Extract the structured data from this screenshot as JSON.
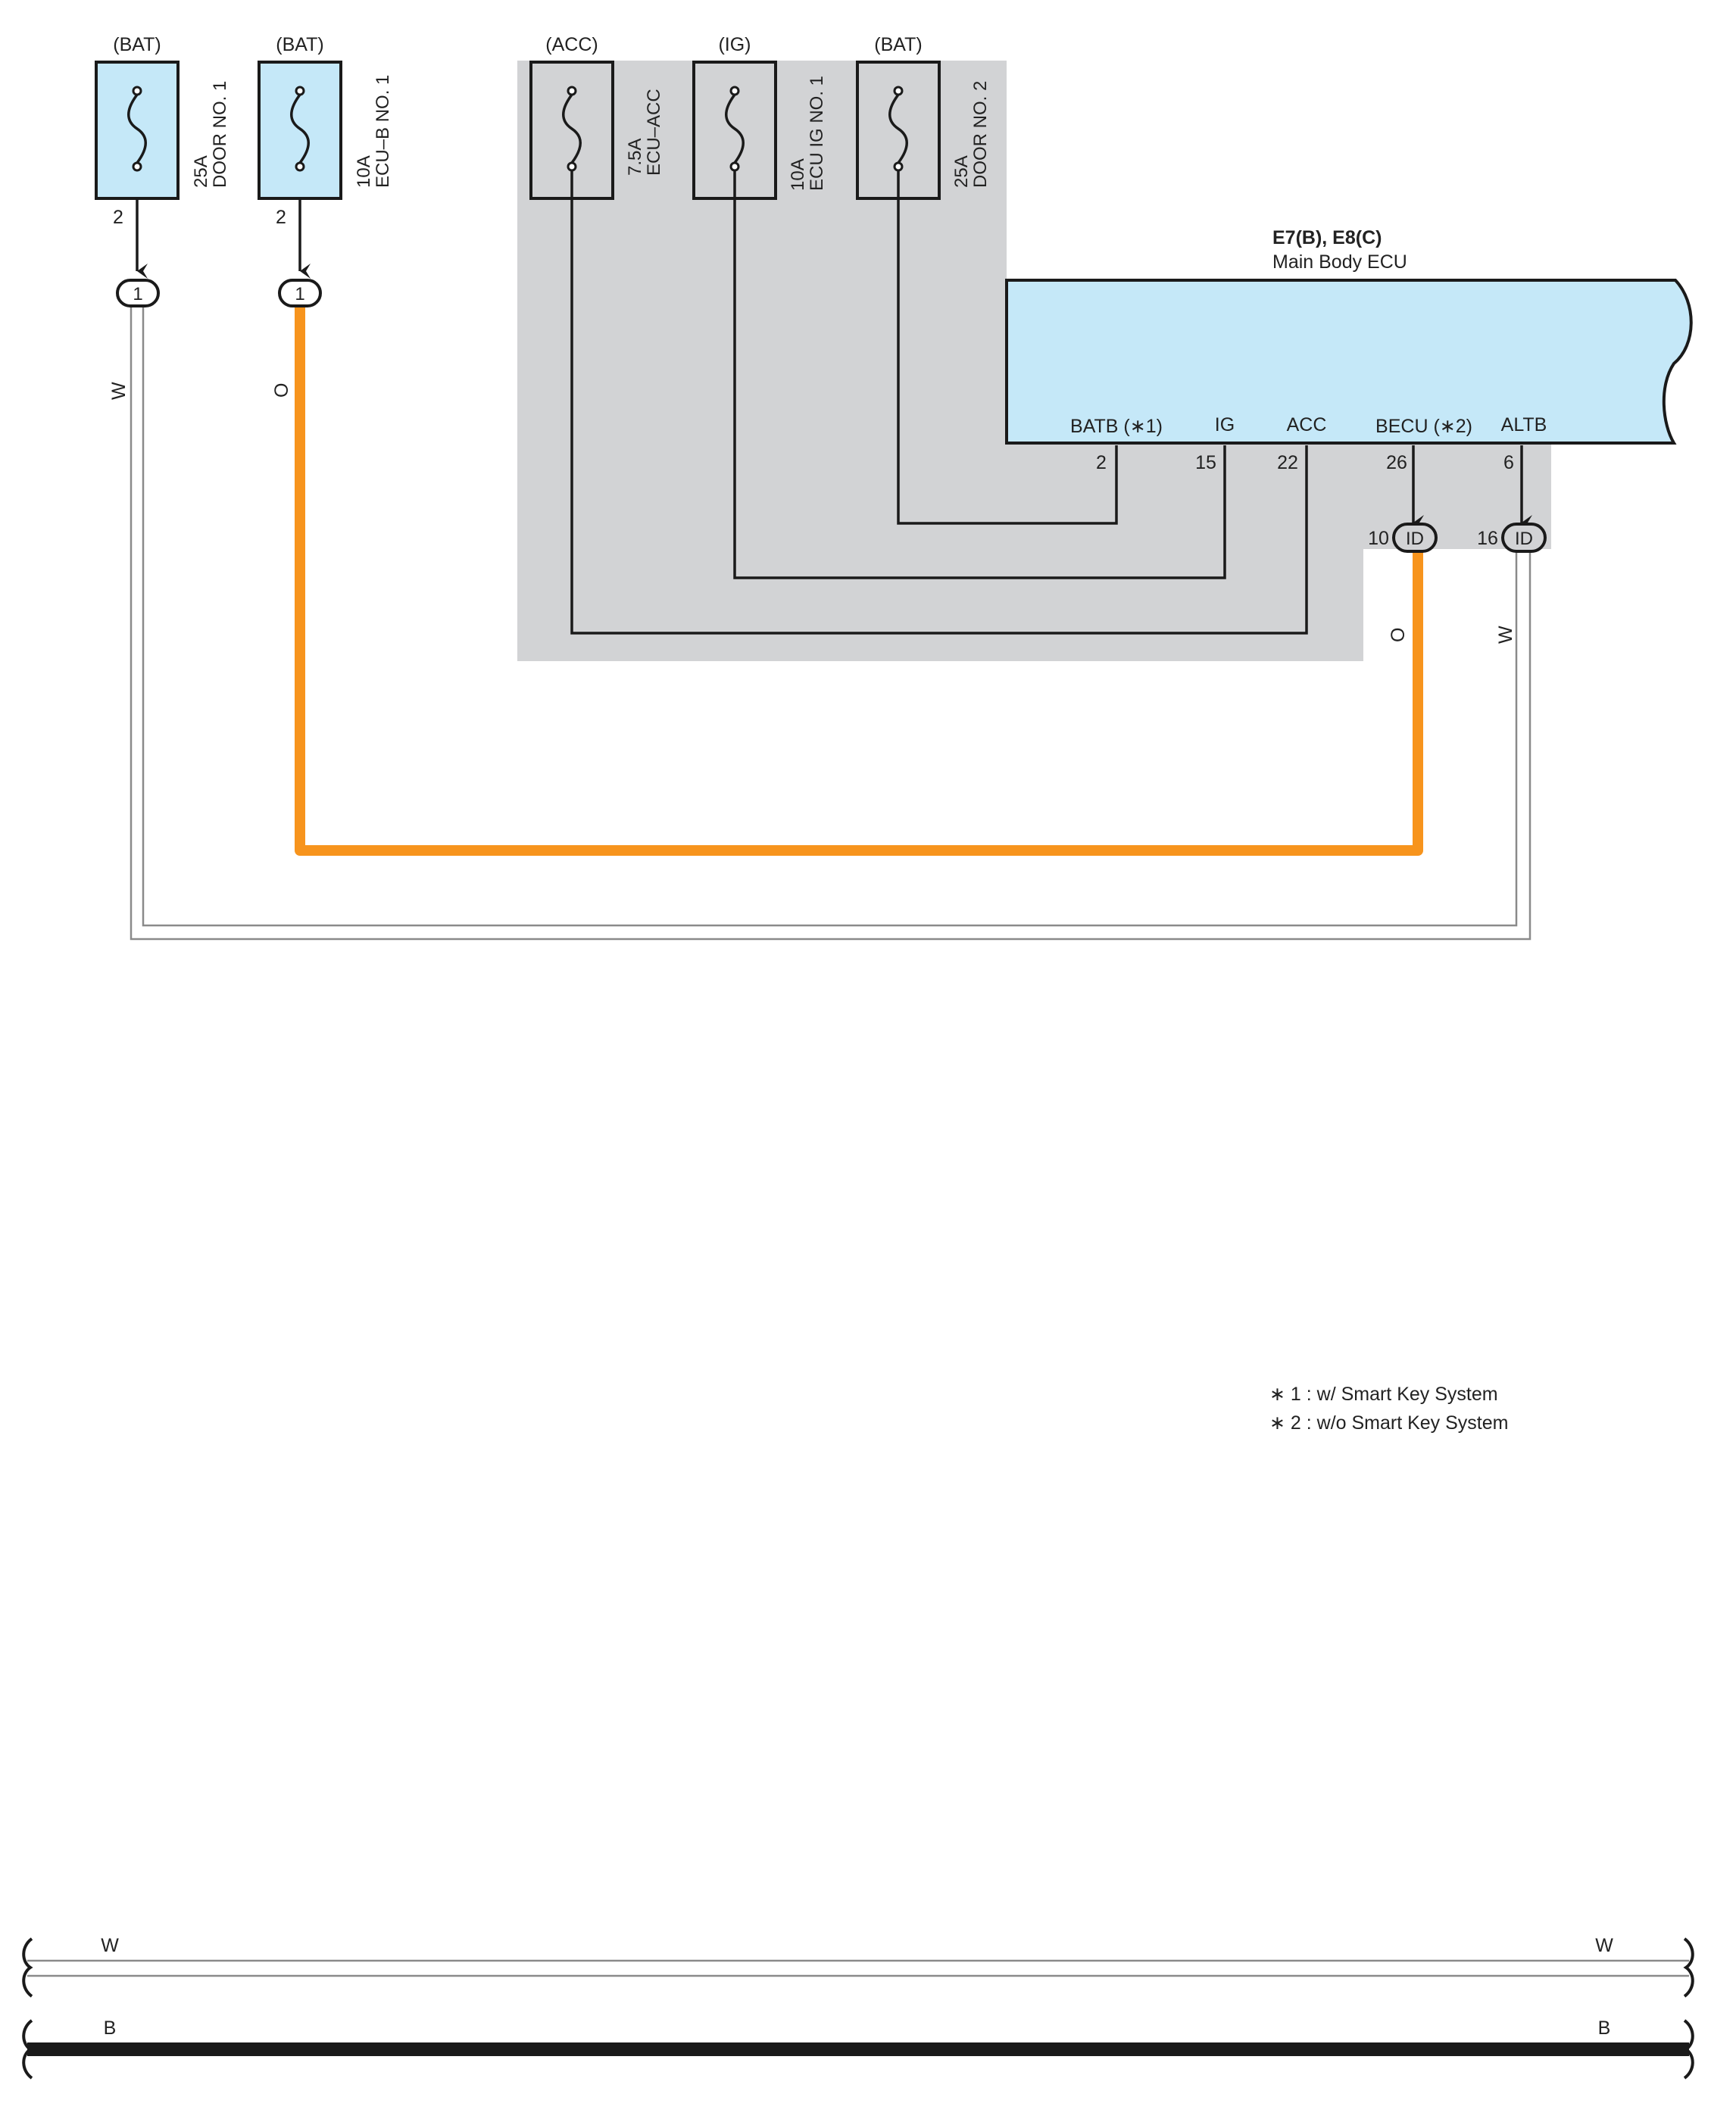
{
  "fuses": [
    {
      "id": "fuse1",
      "source": "(BAT)",
      "rating": "25A",
      "name": "DOOR NO. 1",
      "pin": "2"
    },
    {
      "id": "fuse2",
      "source": "(BAT)",
      "rating": "10A",
      "name": "ECU–B NO. 1",
      "pin": "2"
    },
    {
      "id": "fuse3",
      "source": "(ACC)",
      "rating": "7.5A",
      "name": "ECU–ACC"
    },
    {
      "id": "fuse4",
      "source": "(IG)",
      "rating": "10A",
      "name": "ECU IG NO. 1"
    },
    {
      "id": "fuse5",
      "source": "(BAT)",
      "rating": "25A",
      "name": "DOOR NO. 2"
    }
  ],
  "ecu": {
    "connector": "E7(B), E8(C)",
    "name": "Main Body ECU",
    "terminals": [
      {
        "label": "BATB (∗1)",
        "pin": "2"
      },
      {
        "label": "IG",
        "pin": "15"
      },
      {
        "label": "ACC",
        "pin": "22"
      },
      {
        "label": "BECU (∗2)",
        "pin": "26"
      },
      {
        "label": "ALTB",
        "pin": "6"
      }
    ]
  },
  "junctions": [
    {
      "label": "1"
    },
    {
      "label": "1"
    },
    {
      "label": "ID",
      "pin": "10"
    },
    {
      "label": "ID",
      "pin": "16"
    }
  ],
  "wire_colors": {
    "fuse1_wire": "W",
    "fuse2_wire": "O",
    "id10_wire": "O",
    "id16_wire": "W"
  },
  "notes": [
    "∗ 1 : w/ Smart Key System",
    "∗ 2 : w/o Smart Key System"
  ],
  "bus_lines": [
    {
      "color": "W",
      "left_label": "W",
      "right_label": "W"
    },
    {
      "color": "B",
      "left_label": "B",
      "right_label": "B"
    }
  ],
  "colors": {
    "orange_wire": "#f7941d",
    "ecu_fill": "#c5e8f8",
    "gray_area": "#d2d3d5",
    "black_wire": "#1a1a1a"
  }
}
